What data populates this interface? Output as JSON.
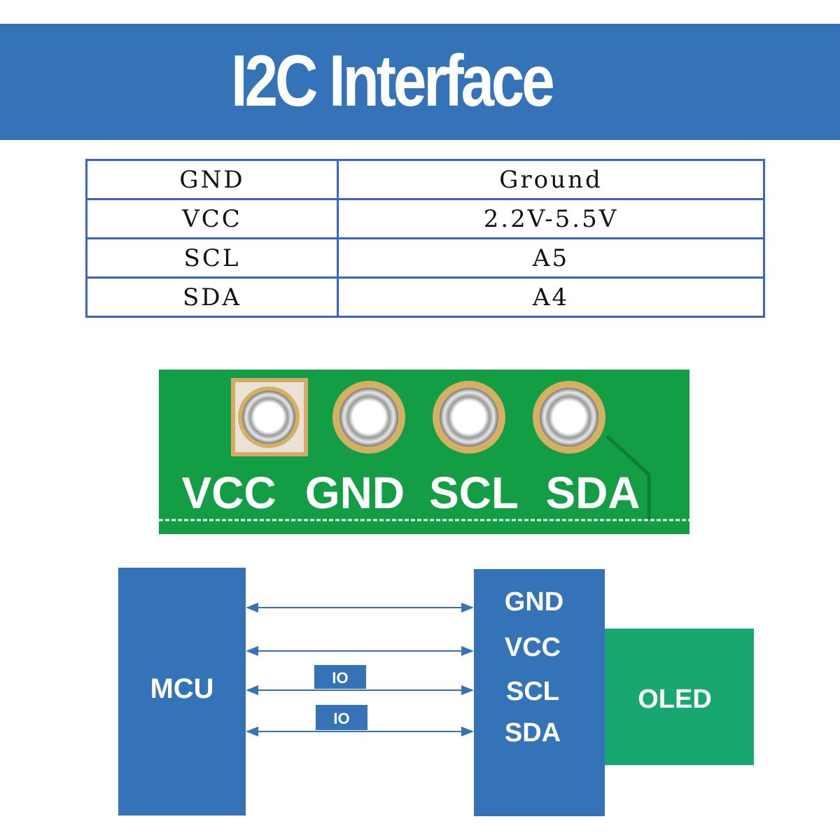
{
  "title": "I2C Interface",
  "pin_table": {
    "rows": [
      {
        "pin": "GND",
        "value": "Ground"
      },
      {
        "pin": "VCC",
        "value": "2.2V-5.5V"
      },
      {
        "pin": "SCL",
        "value": "A5"
      },
      {
        "pin": "SDA",
        "value": "A4"
      }
    ]
  },
  "pcb_photo": {
    "pin_labels": [
      "VCC",
      "GND",
      "SCL",
      "SDA"
    ]
  },
  "wiring": {
    "mcu_label": "MCU",
    "module_pins": [
      "GND",
      "VCC",
      "SCL",
      "SDA"
    ],
    "io_tags": [
      "IO",
      "IO"
    ],
    "oled_label": "OLED"
  },
  "colors": {
    "banner_blue": "#3573b8",
    "table_border": "#3a64c9",
    "pcb_green": "#15a347",
    "block_blue": "#3573b8",
    "oled_green": "#16a86f"
  }
}
